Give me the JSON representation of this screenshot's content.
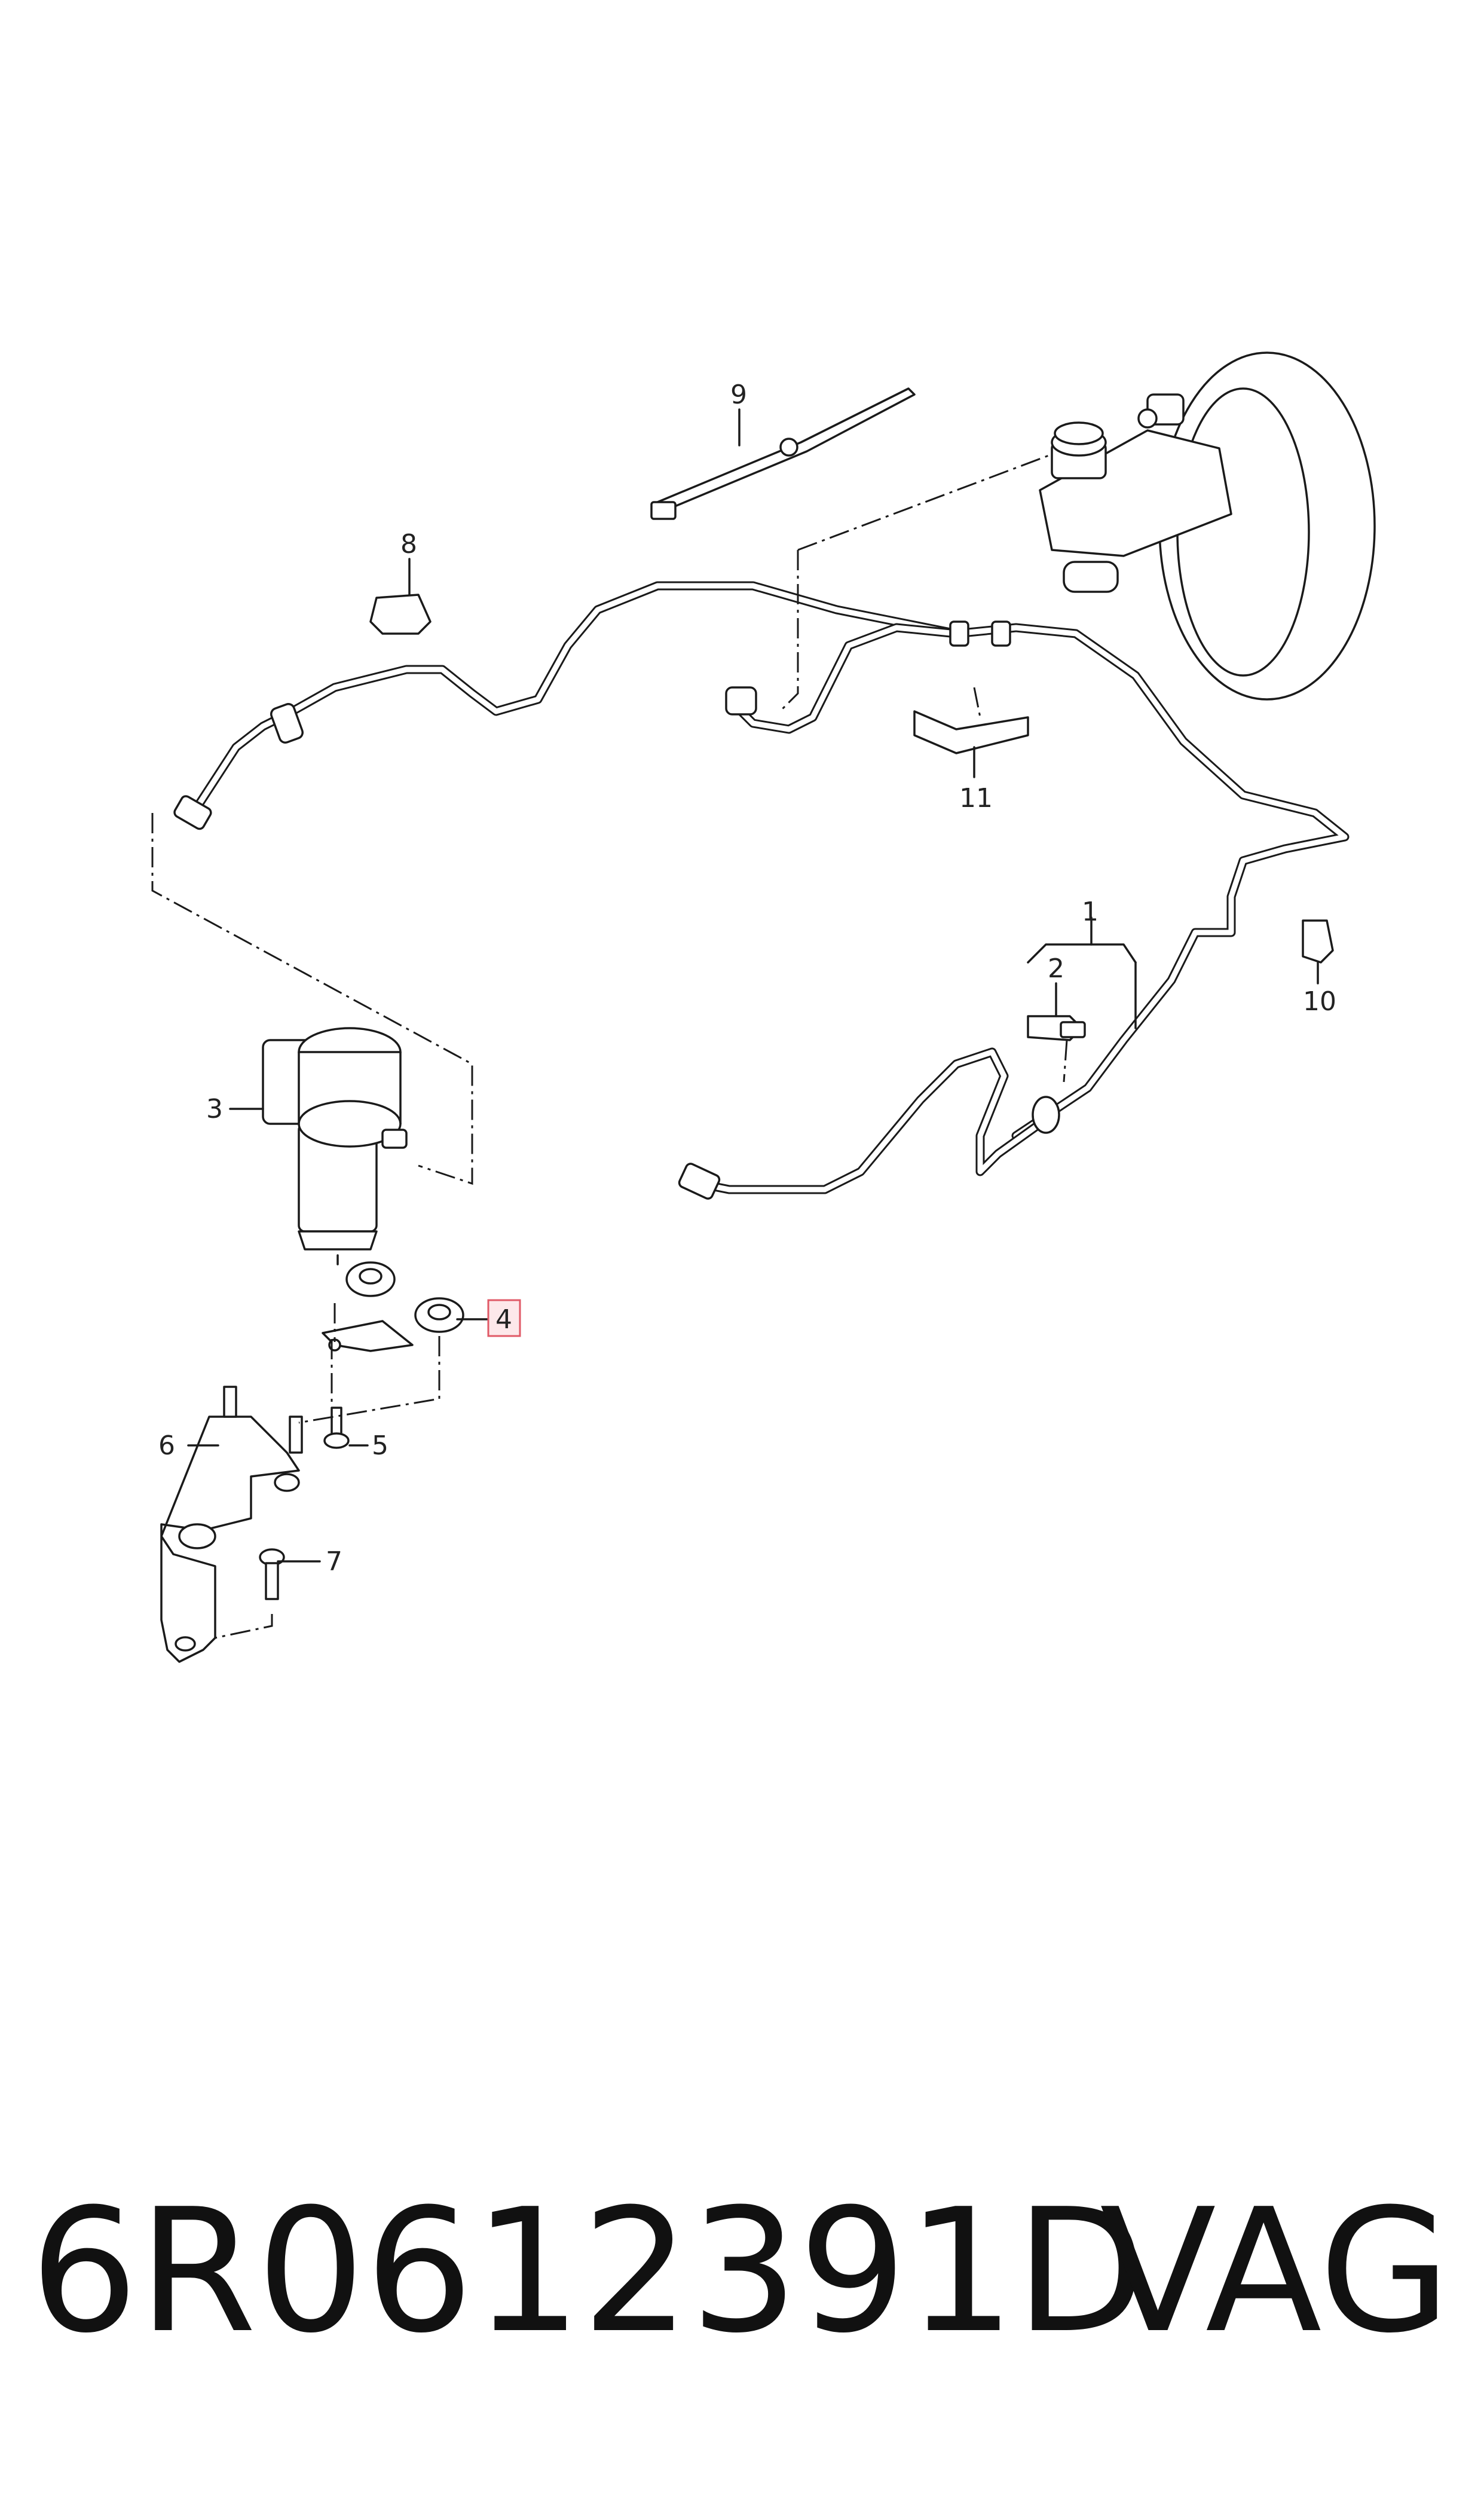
{
  "labels": {
    "l1": "1",
    "l2": "2",
    "l3": "3",
    "l4": "4",
    "l5": "5",
    "l6": "6",
    "l7": "7",
    "l8": "8",
    "l9": "9",
    "l10": "10",
    "l11": "11"
  },
  "highlight_color": "#e05a67",
  "caption": {
    "part_number": "6R0612391D",
    "brand": "VAG"
  }
}
